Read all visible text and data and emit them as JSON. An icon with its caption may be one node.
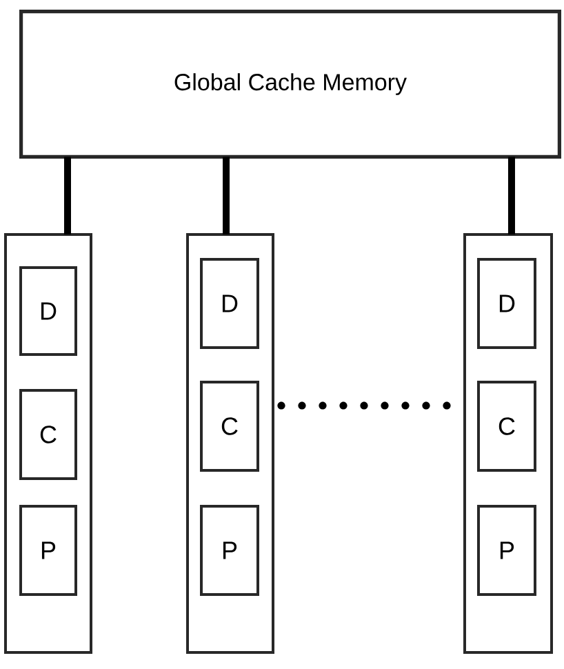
{
  "diagram": {
    "nodes": [
      {
        "text": [
          "Global Cache Memory"
        ]
      },
      {
        "text": [],
        "shape": "box"
      },
      {
        "text": [
          "D"
        ],
        "in": 1
      },
      {
        "text": [
          "C"
        ],
        "in": 1
      },
      {
        "text": [
          "P"
        ],
        "in": 1
      },
      {
        "text": [],
        "shape": "box"
      },
      {
        "text": [
          "D"
        ],
        "in": 5
      },
      {
        "text": [
          "C"
        ],
        "in": 5
      },
      {
        "text": [
          "P"
        ],
        "in": 5
      },
      {
        "text": [],
        "shape": "box"
      },
      {
        "text": [
          "D"
        ],
        "in": 9
      },
      {
        "text": [
          "C"
        ],
        "in": 9
      },
      {
        "text": [
          "P"
        ],
        "in": 9
      }
    ],
    "edges": [
      {
        "from": 0,
        "to": 1,
        "arrow": "none"
      },
      {
        "from": 0,
        "to": 5,
        "arrow": "none"
      },
      {
        "from": 0,
        "to": 9,
        "arrow": "none"
      }
    ]
  }
}
